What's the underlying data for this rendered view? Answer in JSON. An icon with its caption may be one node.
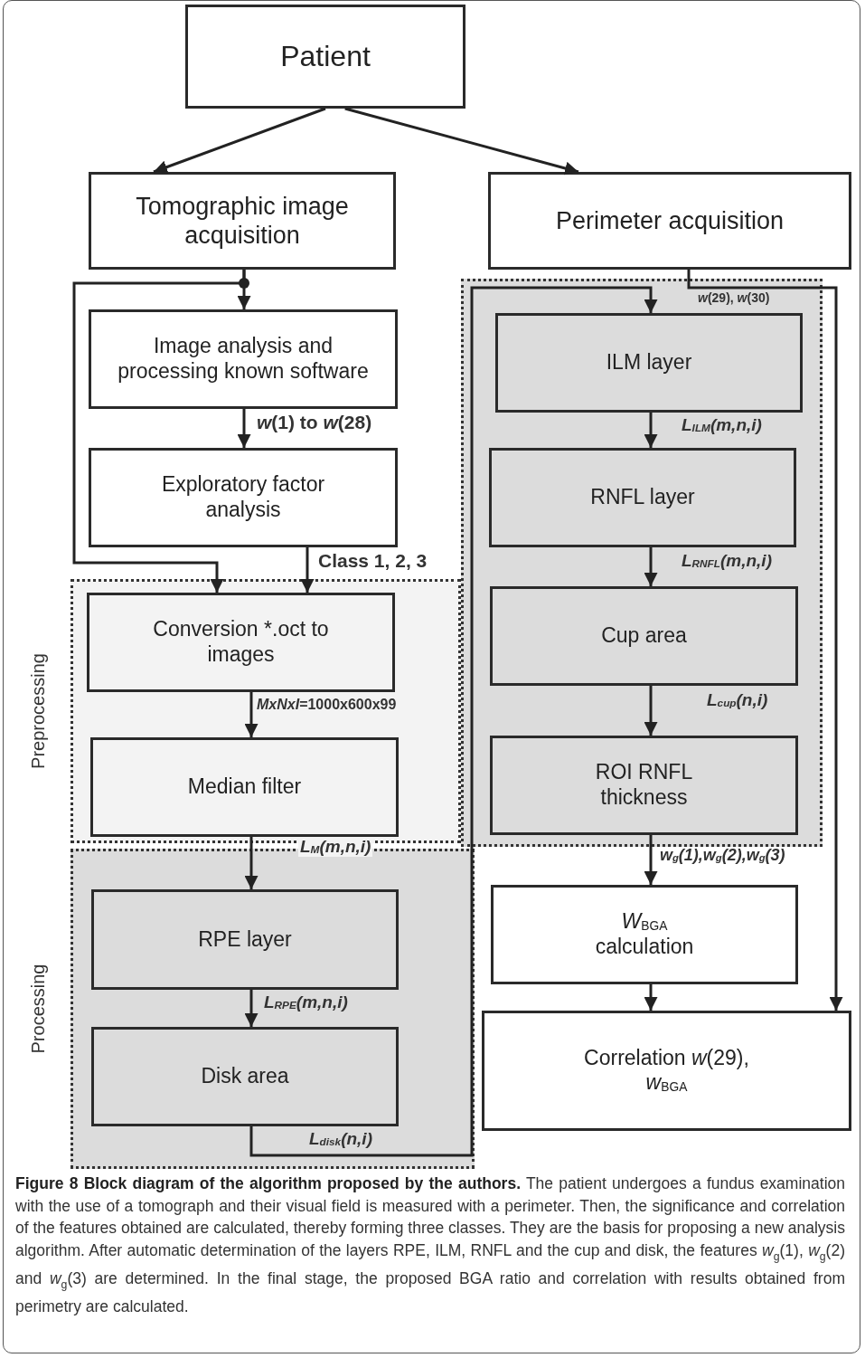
{
  "diagram": {
    "caption": "**Figure 8 Block diagram of the algorithm proposed by the authors.** The patient undergoes a fundus examination with the use of a tomograph and their visual field is measured with a perimeter. Then, the significance and correlation of the features obtained are calculated, thereby forming three classes. They are the basis for proposing a new analysis algorithm. After automatic determination of the layers RPE, ILM, RNFL and the cup and disk, the features *w*$_{g}$(1), *w*$_{g}$(2) and *w*$_{g}$(3) are determined. In the final stage, the proposed BGA ratio and correlation with results obtained from perimetry are calculated.",
    "nodes": [
      {
        "text": [
          "Patient"
        ]
      },
      {
        "text": [
          "Tomographic image acquisition"
        ]
      },
      {
        "text": [
          "Perimeter acquisition"
        ]
      },
      {
        "text": [
          "Image analysis and processing known software"
        ]
      },
      {
        "text": [
          "Exploratory factor analysis"
        ]
      },
      {
        "text": [
          "Preprocessing"
        ]
      },
      {
        "text": [
          "Conversion *.oct to images"
        ],
        "in": 5
      },
      {
        "text": [
          "Median filter"
        ],
        "in": 5
      },
      {
        "text": [
          "Processing"
        ]
      },
      {
        "text": [
          "RPE layer"
        ],
        "in": 8
      },
      {
        "text": [
          "Disk area"
        ],
        "in": 8
      },
      {
        "text": [],
        "shape": "box"
      },
      {
        "text": [
          "ILM layer"
        ],
        "in": 11
      },
      {
        "text": [
          "RNFL layer"
        ],
        "in": 11
      },
      {
        "text": [
          "Cup area"
        ],
        "in": 11
      },
      {
        "text": [
          "ROI RNFL thickness"
        ],
        "in": 11
      },
      {
        "text": [
          "*W*$_{BGA}$ calculation"
        ]
      },
      {
        "text": [
          "Correlation *w*(29), *w*$_{BGA}$"
        ]
      }
    ],
    "edges": [
      {
        "from": 0,
        "to": 1,
        "arrow": "to"
      },
      {
        "from": 0,
        "to": 2,
        "arrow": "to"
      },
      {
        "from": 1,
        "to": 3,
        "arrow": "to"
      },
      {
        "from": 1,
        "to": 6,
        "arrow": "to"
      },
      {
        "from": 3,
        "to": 4,
        "arrow": "to",
        "label": "*w*(1) to *w*(28)"
      },
      {
        "from": 4,
        "to": 6,
        "arrow": "to",
        "label": "Class 1, 2, 3"
      },
      {
        "from": 6,
        "to": 7,
        "arrow": "to",
        "label": "*MxNxI*=1000x600x99"
      },
      {
        "from": 7,
        "to": 9,
        "arrow": "to",
        "label": "L$_{M}$(m,n,i)"
      },
      {
        "from": 9,
        "to": 10,
        "arrow": "to",
        "label": "L$_{RPE}$(m,n,i)"
      },
      {
        "from": 10,
        "to": 12,
        "arrow": "to",
        "label": "L$_{disk}$(n,i)"
      },
      {
        "from": 12,
        "to": 13,
        "arrow": "to",
        "label": "L$_{ILM}$(m,n,i)"
      },
      {
        "from": 13,
        "to": 14,
        "arrow": "to",
        "label": "L$_{RNFL}$(m,n,i)"
      },
      {
        "from": 14,
        "to": 15,
        "arrow": "to",
        "label": "L$_{cup}$(n,i)"
      },
      {
        "from": 15,
        "to": 16,
        "arrow": "to",
        "label": "w$_{g}$(1),w$_{g}$(2),w$_{g}$(3)"
      },
      {
        "from": 16,
        "to": 17,
        "arrow": "to"
      },
      {
        "from": 2,
        "to": 17,
        "arrow": "to",
        "label": "*w*(29), *w*(30)"
      }
    ]
  }
}
